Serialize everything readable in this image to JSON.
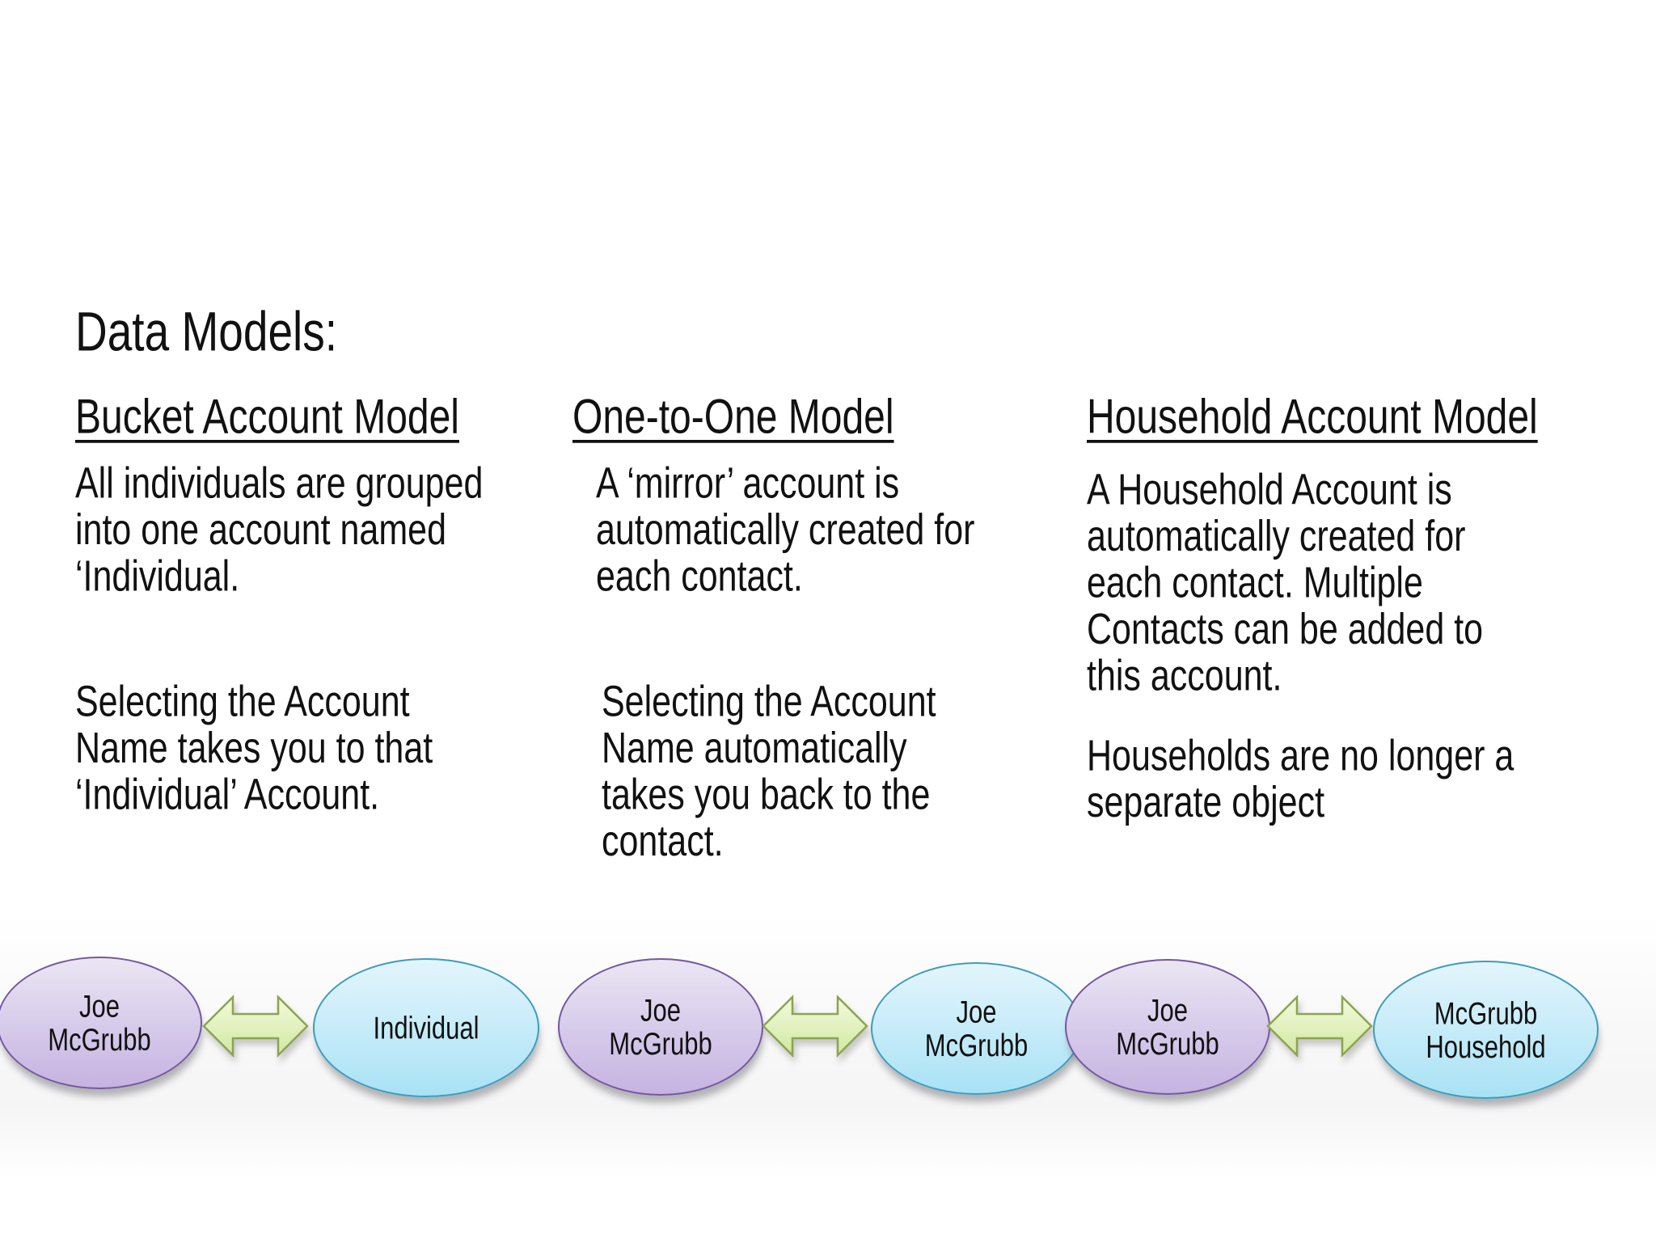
{
  "slide": {
    "title": "Data Models:",
    "columns": [
      {
        "header": "Bucket Account Model",
        "paragraphs": [
          "All individuals are grouped\ninto one account named\n‘Individual.",
          "Selecting the Account\nName takes you to that\n‘Individual’ Account."
        ]
      },
      {
        "header": "One-to-One Model",
        "paragraphs": [
          "A ‘mirror’ account is\nautomatically created for\neach contact.",
          "Selecting the Account\nName automatically\ntakes you back to the\ncontact."
        ]
      },
      {
        "header": "Household Account Model",
        "paragraphs": [
          "A Household Account is\nautomatically created for\neach contact. Multiple\nContacts can be added to\nthis account.",
          "Households are no longer a\nseparate object"
        ]
      }
    ],
    "diagram": {
      "connector": "double-headed-arrow",
      "nodes": [
        {
          "label": "Joe\nMcGrubb",
          "type": "contact"
        },
        {
          "label": "Individual",
          "type": "account"
        },
        {
          "label": "Joe\nMcGrubb",
          "type": "contact"
        },
        {
          "label": "Joe\nMcGrubb",
          "type": "account"
        },
        {
          "label": "Joe\nMcGrubb",
          "type": "contact"
        },
        {
          "label": "McGrubb\nHousehold",
          "type": "account"
        }
      ]
    },
    "colors": {
      "contact_fill_top": "#ebe6f3",
      "contact_fill_bottom": "#c6b3e1",
      "contact_border": "#73589f",
      "account_fill_top": "#e3f5fc",
      "account_fill_bottom": "#a8e2f5",
      "account_border": "#3e9cbf",
      "arrow_fill_top": "#f2fade",
      "arrow_fill_bottom": "#d2e8a0",
      "arrow_border": "#8ca450",
      "text": "#111111",
      "background": "#ffffff"
    }
  }
}
